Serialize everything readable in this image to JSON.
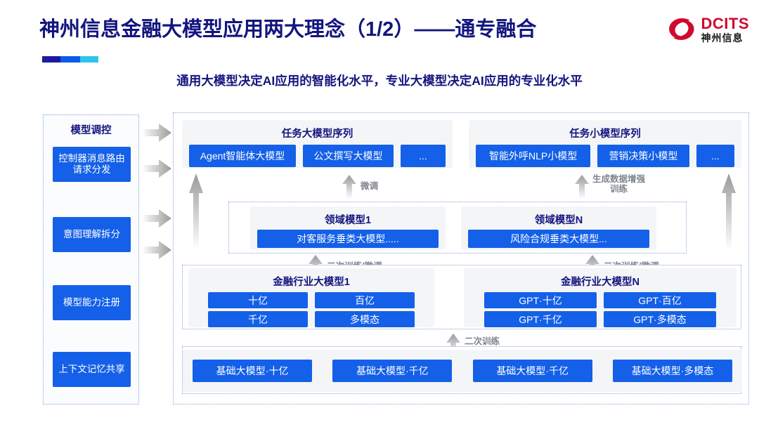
{
  "header": {
    "title": "神州信息金融大模型应用两大理念（1/2）——通专融合",
    "subtitle": "通用大模型决定AI应用的智能化水平，专业大模型决定AI应用的专业化水平",
    "logo": {
      "en": "DCITS",
      "cn": "神州信息",
      "mark": "dcits-swirl-icon",
      "color": "#cf0a2c"
    },
    "accent_colors": [
      "#1b1b9e",
      "#0b5ae8",
      "#2ec4ea"
    ],
    "title_color": "#13157e"
  },
  "control_column": {
    "title": "模型调控",
    "items": [
      {
        "label": "控制器消息路由请求分发"
      },
      {
        "label": "意图理解拆分"
      },
      {
        "label": "模型能力注册"
      },
      {
        "label": "上下文记忆共享"
      }
    ],
    "arrow_count": 4
  },
  "diagram": {
    "task_panels": [
      {
        "title": "任务大模型序列",
        "boxes": [
          "Agent智能体大模型",
          "公文撰写大模型",
          "..."
        ]
      },
      {
        "title": "任务小模型序列",
        "boxes": [
          "智能外呼NLP小模型",
          "营销决策小模型",
          "..."
        ]
      }
    ],
    "domain_panels": [
      {
        "title": "领域模型1",
        "boxes": [
          "对客服务垂类大模型....."
        ]
      },
      {
        "title": "领域模型N",
        "boxes": [
          "风险合规垂类大模型..."
        ]
      }
    ],
    "industry_panels": [
      {
        "title": "金融行业大模型1",
        "boxes": [
          "十亿",
          "百亿",
          "千亿",
          "多模态"
        ]
      },
      {
        "title": "金融行业大模型N",
        "boxes": [
          "GPT·十亿",
          "GPT·百亿",
          "GPT·千亿",
          "GPT·多模态"
        ]
      }
    ],
    "base_models": [
      "基础大模型·十亿",
      "基础大模型·千亿",
      "基础大模型·千亿",
      "基础大模型·多模态"
    ],
    "arrow_labels": {
      "fine_tune": "微调",
      "data_aug": "生成数据增强\n训练",
      "data_aug_line1": "生成数据增强",
      "data_aug_line2": "训练",
      "retrain_tune_left": "二次训练/微调",
      "retrain_tune_right": "二次训练/微调",
      "retrain": "二次训练"
    },
    "accent_blue": "#1460e8",
    "panel_bg": "#f4f5f7"
  }
}
